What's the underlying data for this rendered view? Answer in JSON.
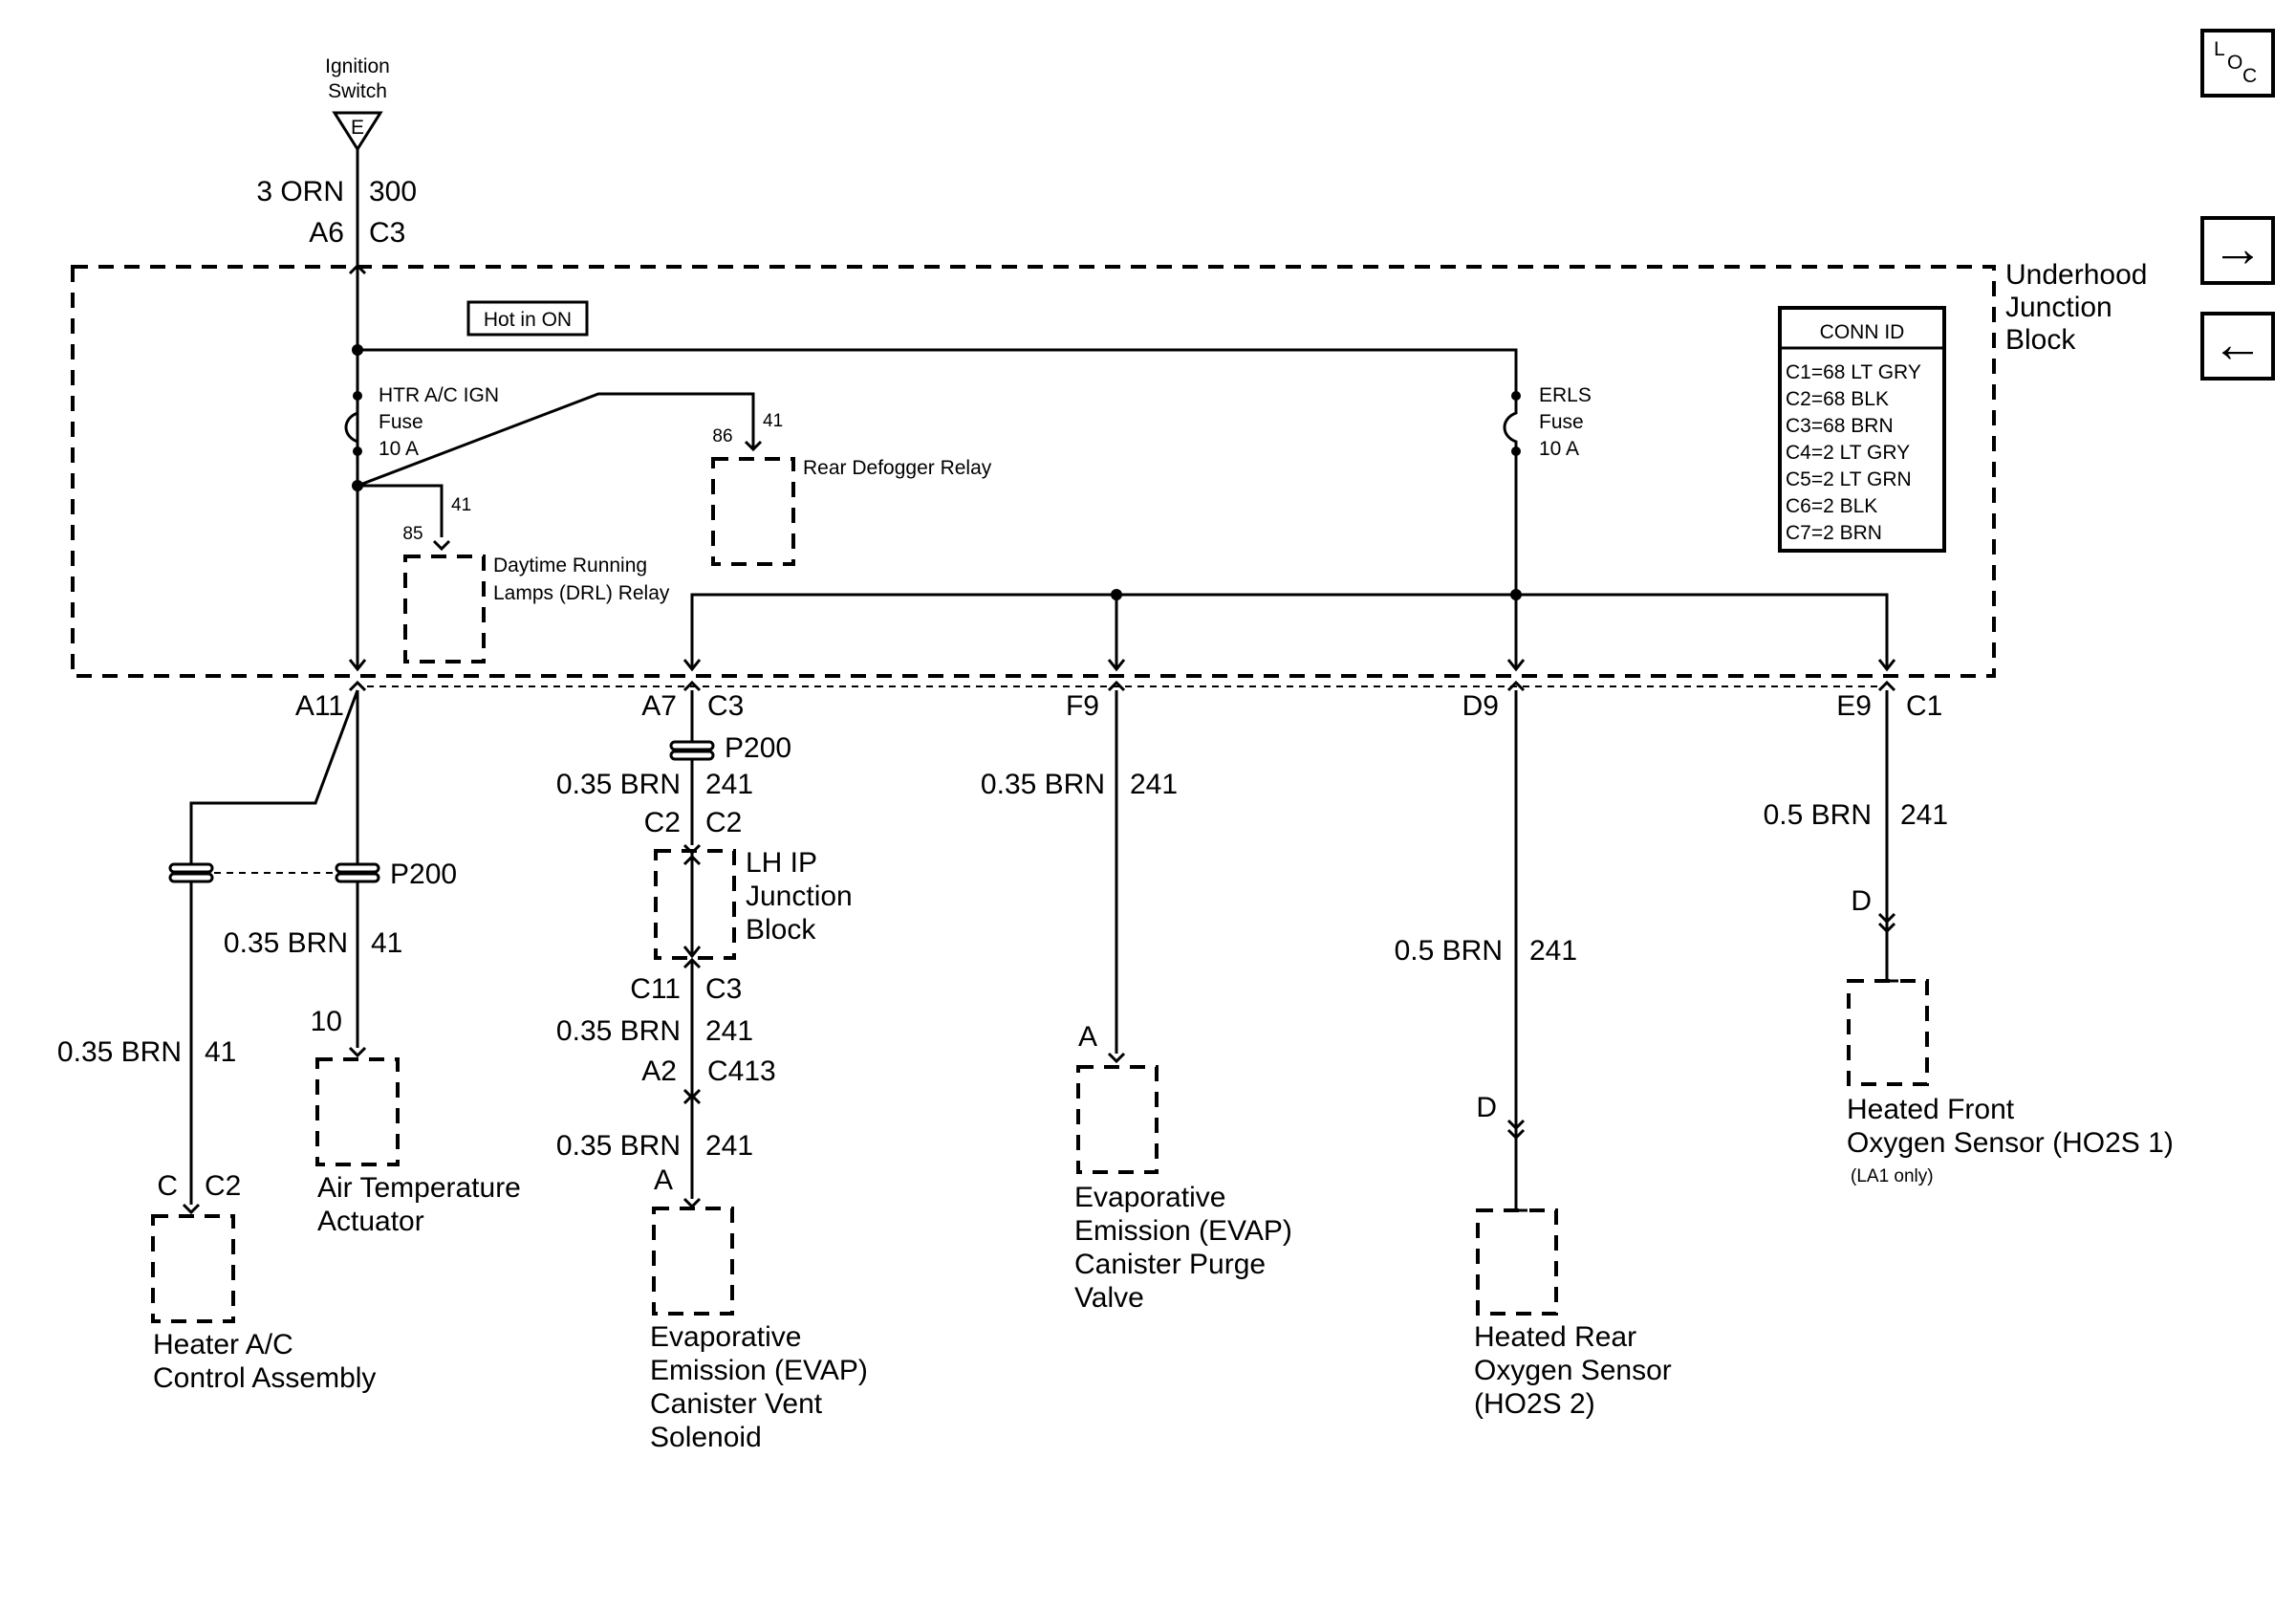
{
  "power_source": {
    "title": "Ignition\nSwitch",
    "terminal": "E"
  },
  "feed_wire": {
    "gauge_color": "3 ORN",
    "circuit": "300",
    "pins": [
      "A6",
      "C3"
    ]
  },
  "junction_block": {
    "label": "Underhood\nJunction\nBlock",
    "hot_label": "Hot in ON"
  },
  "conn_id": {
    "title": "CONN ID",
    "rows": [
      "C1=68 LT GRY",
      "C2=68 BLK",
      "C3=68 BRN",
      "C4=2 LT GRY",
      "C5=2 LT GRN",
      "C6=2 BLK",
      "C7=2 BRN"
    ]
  },
  "fuses": [
    {
      "name": "HTR A/C IGN\nFuse\n10 A"
    },
    {
      "name": "ERLS\nFuse\n10 A"
    }
  ],
  "relays": [
    {
      "name": "Daytime Running\nLamps (DRL) Relay",
      "terminal": "85",
      "circuit": "41"
    },
    {
      "name": "Rear Defogger Relay",
      "terminal": "86",
      "circuit": "41"
    }
  ],
  "nav": {
    "loc": [
      "L",
      "O",
      "C"
    ],
    "next": "→",
    "prev": "←"
  },
  "pins": {
    "a11": "A11",
    "a7": "A7",
    "c3": "C3",
    "f9": "F9",
    "d9": "D9",
    "e9": "E9",
    "c1": "C1",
    "c2a": "C2",
    "c2b": "C2",
    "c11": "C11",
    "c3b": "C3",
    "a2": "A2",
    "c413": "C413",
    "a_vent": "A",
    "a_purge": "A",
    "d_rear1": "D",
    "d_front": "D",
    "p200a": "P200",
    "p200b": "P200",
    "pin10": "10",
    "heater_c": "C",
    "heater_c2": "C2"
  },
  "wires": {
    "w1": {
      "gc": "0.35 BRN",
      "ckt": "41"
    },
    "w2": {
      "gc": "0.35 BRN",
      "ckt": "41"
    },
    "w3": {
      "gc": "0.35 BRN",
      "ckt": "241"
    },
    "w4": {
      "gc": "0.35 BRN",
      "ckt": "241"
    },
    "w5": {
      "gc": "0.35 BRN",
      "ckt": "241"
    },
    "w6": {
      "gc": "0.35 BRN",
      "ckt": "241"
    },
    "w7": {
      "gc": "0.5 BRN",
      "ckt": "241"
    },
    "w8": {
      "gc": "0.5 BRN",
      "ckt": "241"
    }
  },
  "lh_ip_block": "LH IP\nJunction\nBlock",
  "components": {
    "heater": "Heater A/C\nControl Assembly",
    "air_temp": "Air Temperature\nActuator",
    "evap_vent": "Evaporative\nEmission (EVAP)\nCanister Vent\nSolenoid",
    "evap_purge": "Evaporative\nEmission (EVAP)\nCanister Purge\nValve",
    "ho2s2": "Heated Rear\nOxygen Sensor\n(HO2S 2)",
    "ho2s1": "Heated Front\nOxygen Sensor (HO2S 1)",
    "ho2s1_note": "(LA1 only)"
  }
}
